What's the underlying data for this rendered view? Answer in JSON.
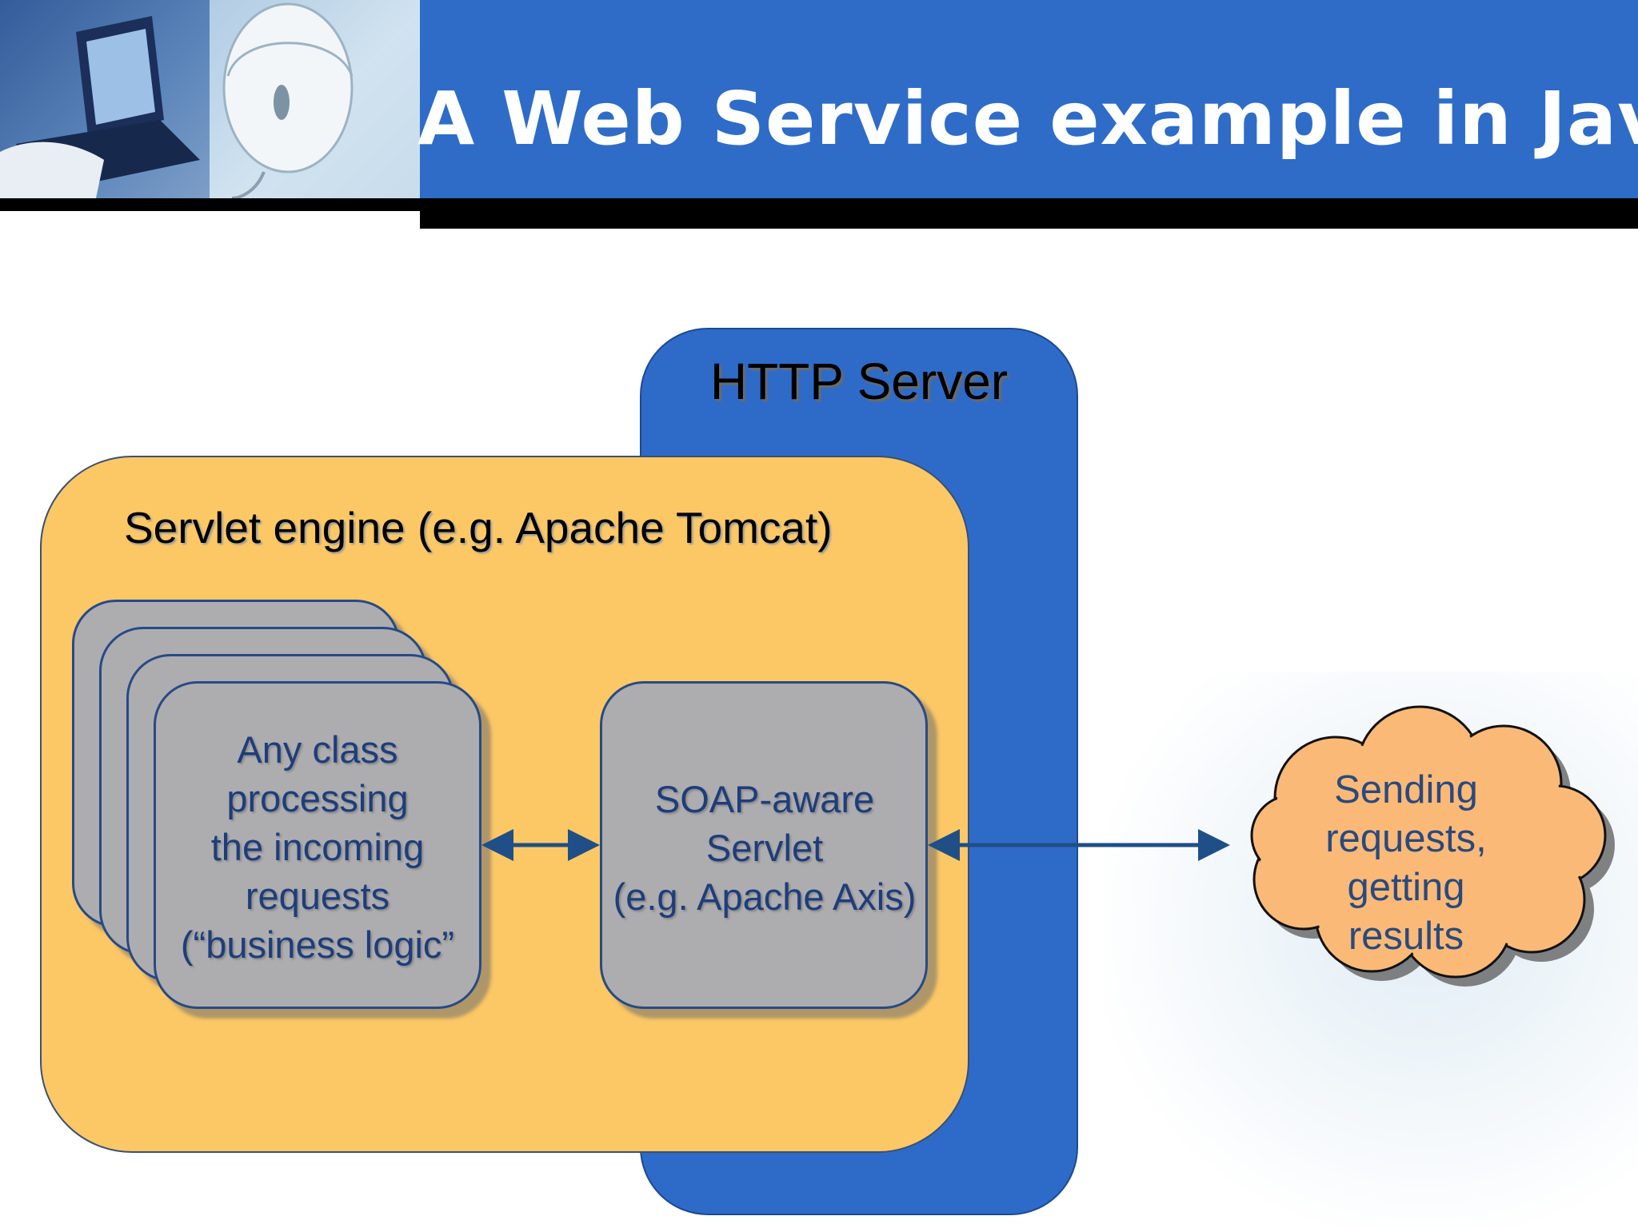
{
  "slide": {
    "title": "A Web Service example in Java"
  },
  "diagram": {
    "http_server": {
      "label": "HTTP Server"
    },
    "servlet_engine": {
      "label": "Servlet engine (e.g. Apache Tomcat)"
    },
    "business_logic": {
      "lines": [
        "Any class",
        "processing",
        "the incoming",
        "requests",
        "(“business logic”"
      ]
    },
    "soap_servlet": {
      "lines": [
        "SOAP-aware",
        "Servlet",
        "(e.g. Apache Axis)"
      ]
    },
    "client_cloud": {
      "lines": [
        "Sending",
        "requests,",
        "getting",
        "results"
      ]
    },
    "colors": {
      "title_band": "#2f6cc8",
      "http_server": "#2e6bc9",
      "servlet_engine": "#fcc865",
      "component_box": "#adadb0",
      "cloud": "#fbb978",
      "arrow": "#1f4f86"
    }
  }
}
